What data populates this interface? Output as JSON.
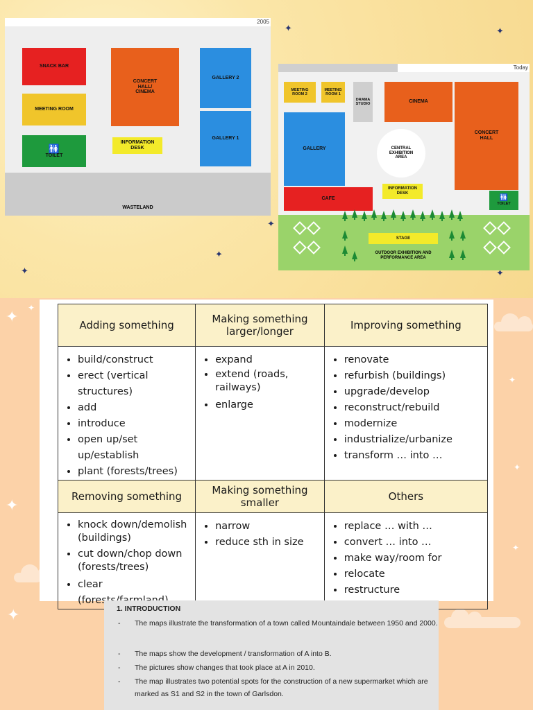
{
  "map1": {
    "year": "2005",
    "rooms": {
      "snack_bar": "SNACK BAR",
      "meeting_room": "MEETING ROOM",
      "toilet": "TOILET",
      "concert_hall_cinema": "CONCERT HALL/ CINEMA",
      "information_desk": "INFORMATION DESK",
      "gallery_2": "GALLERY 2",
      "gallery_1": "GALLERY 1",
      "wasteland": "WASTELAND"
    }
  },
  "map2": {
    "year": "Today",
    "rooms": {
      "meeting_room_2": "MEETING ROOM 2",
      "meeting_room_1": "MEETING ROOM 1",
      "drama_studio": "DRAMA STUDIO",
      "cinema": "CINEMA",
      "gallery": "GALLERY",
      "central_exhibition": "CENTRAL EXHIBITION AREA",
      "concert_hall": "CONCERT HALL",
      "information_desk": "INFORMATION DESK",
      "cafe": "CAFE",
      "toilet": "TOILET",
      "stage": "STAGE",
      "outdoor": "OUTDOOR EXHIBITION AND PERFORMANCE AREA"
    }
  },
  "table": {
    "headers_row1": [
      "Adding something",
      "Making something larger/longer",
      "Improving something"
    ],
    "headers_row2": [
      "Removing something",
      "Making something smaller",
      "Others"
    ],
    "adding": [
      "build/construct",
      "erect (vertical structures)",
      "add",
      "introduce",
      "open up/set up/establish",
      "plant (forests/trees)"
    ],
    "larger": [
      "expand",
      "extend (roads, railways)",
      "enlarge"
    ],
    "improving": [
      "renovate",
      "refurbish (buildings)",
      "upgrade/develop",
      "reconstruct/rebuild",
      "modernize",
      "industrialize/urbanize",
      "transform … into …"
    ],
    "removing": [
      "knock down/demolish (buildings)",
      "cut down/chop down (forests/trees)",
      "clear (forests/farmland)"
    ],
    "smaller": [
      "narrow",
      "reduce sth in size"
    ],
    "others": [
      "replace … with …",
      "convert … into …",
      "make way/room for",
      "relocate",
      "restructure"
    ]
  },
  "intro": {
    "title": "1.      INTRODUCTION",
    "lines": [
      "The maps illustrate the transformation of a town called Mountaindale between 1950 and 2000.",
      "The maps show the development / transformation of A into B.",
      "The pictures show changes that took place at A in 2010.",
      "The map illustrates two potential spots for the construction of a new supermarket which are marked as S1 and S2 in the town of Garlsdon."
    ]
  }
}
